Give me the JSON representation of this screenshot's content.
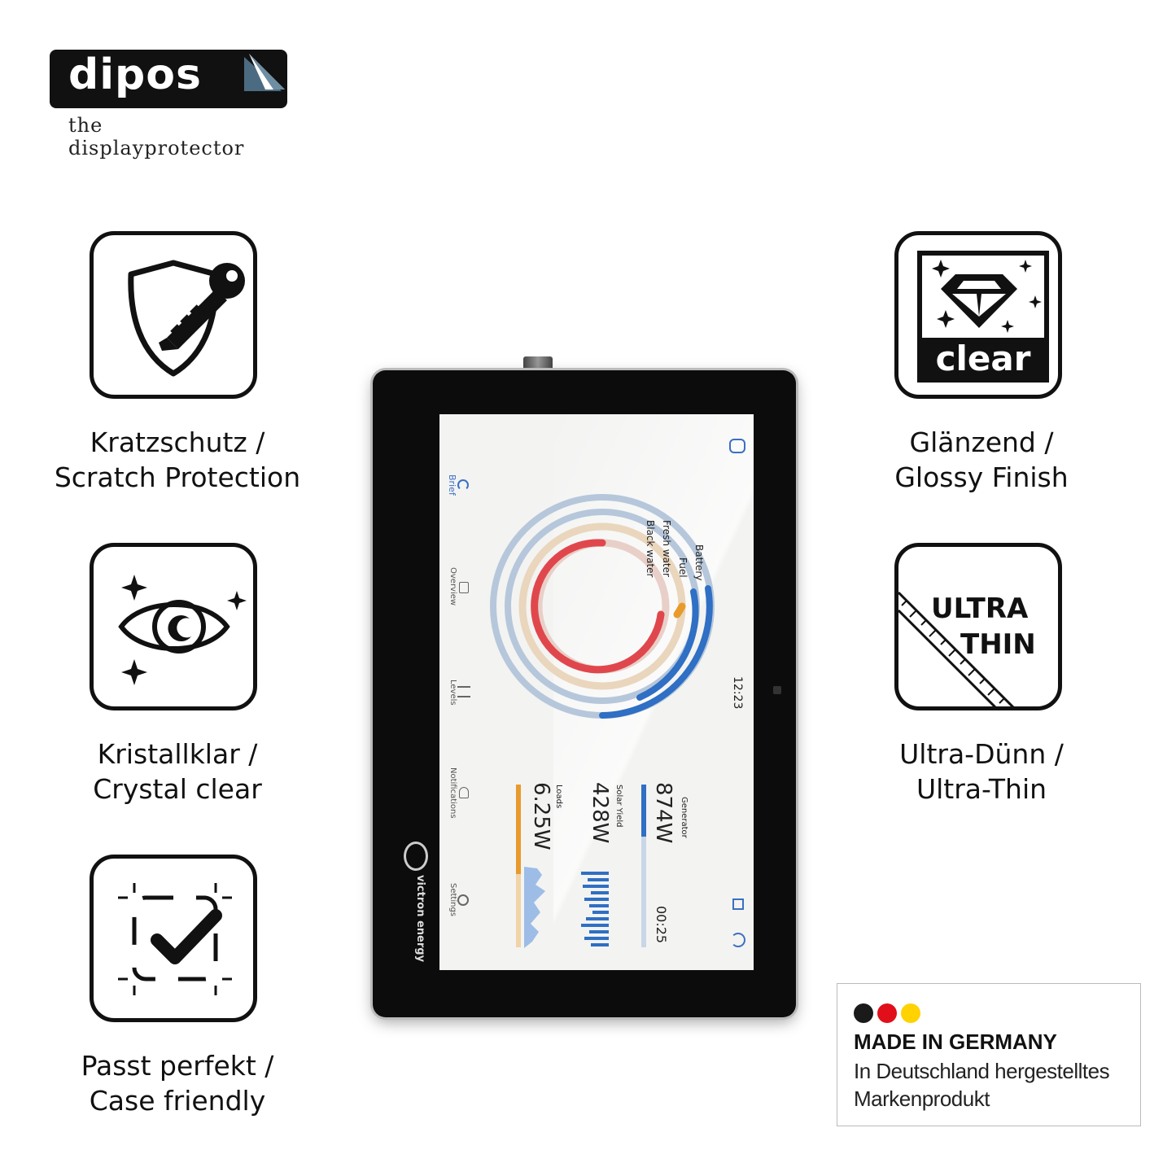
{
  "brand": {
    "name": "dipos",
    "tagline": "the displayprotector"
  },
  "features": [
    {
      "icon": "shield-key-icon",
      "line1": "Kratzschutz /",
      "line2": "Scratch Protection"
    },
    {
      "icon": "eye-sparkle-icon",
      "line1": "Kristallklar /",
      "line2": "Crystal clear"
    },
    {
      "icon": "checkmark-frame-icon",
      "line1": "Passt perfekt /",
      "line2": "Case friendly"
    },
    {
      "icon": "diamond-clear-icon",
      "badge_text": "clear",
      "line1": "Glänzend /",
      "line2": "Glossy Finish"
    },
    {
      "icon": "ultra-thin-ruler-icon",
      "badge_line1": "ULTRA",
      "badge_line2": "THIN",
      "line1": "Ultra-Dünn /",
      "line2": "Ultra-Thin"
    }
  ],
  "device_screen": {
    "time": "12:23",
    "nav": [
      "Brief",
      "Overview",
      "Levels",
      "Notifications",
      "Settings"
    ],
    "gauges": [
      "Battery",
      "Fuel",
      "Fresh water",
      "Black water"
    ],
    "generator_label": "Generator",
    "generator_value": "874W",
    "generator_timer": "00:25",
    "solar_label": "Solar Yield",
    "solar_value": "428W",
    "loads_label": "Loads",
    "loads_value": "6.25W",
    "maker": "victron energy"
  },
  "made_in_germany": {
    "title": "MADE IN GERMANY",
    "subtitle": "In Deutschland hergestelltes Markenprodukt",
    "flag_colors": [
      "#1a1a1a",
      "#e10f1a",
      "#ffd200"
    ]
  }
}
